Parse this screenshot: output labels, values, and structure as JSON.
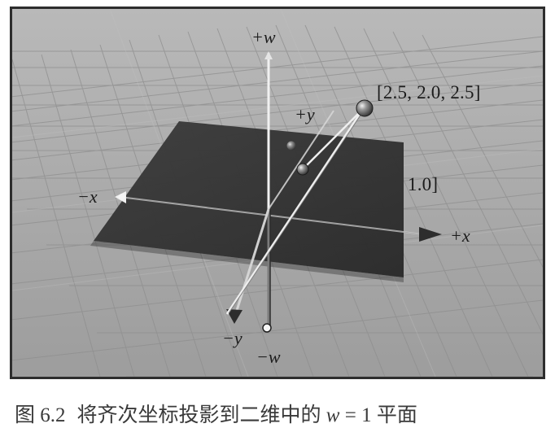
{
  "figure": {
    "axes": {
      "plus_w": "+w",
      "minus_w": "−w",
      "plus_x": "+x",
      "minus_x": "−x",
      "plus_y": "+y",
      "minus_y": "−y"
    },
    "point_label": "[2.5, 2.0, 2.5]",
    "projected_label": "1.0]"
  },
  "caption": {
    "number": "图 6.2",
    "text_before_w": "将齐次坐标投影到二维中的 ",
    "w_symbol": "w",
    "text_after_w": " = 1 平面"
  },
  "colors": {
    "frame_background": "#a7a7a7",
    "plane": "#353535",
    "axis_light": "#d8d8d8",
    "axis_dark": "#202020",
    "grid": "#8f8f8f",
    "caption": "#3a3a3a"
  }
}
